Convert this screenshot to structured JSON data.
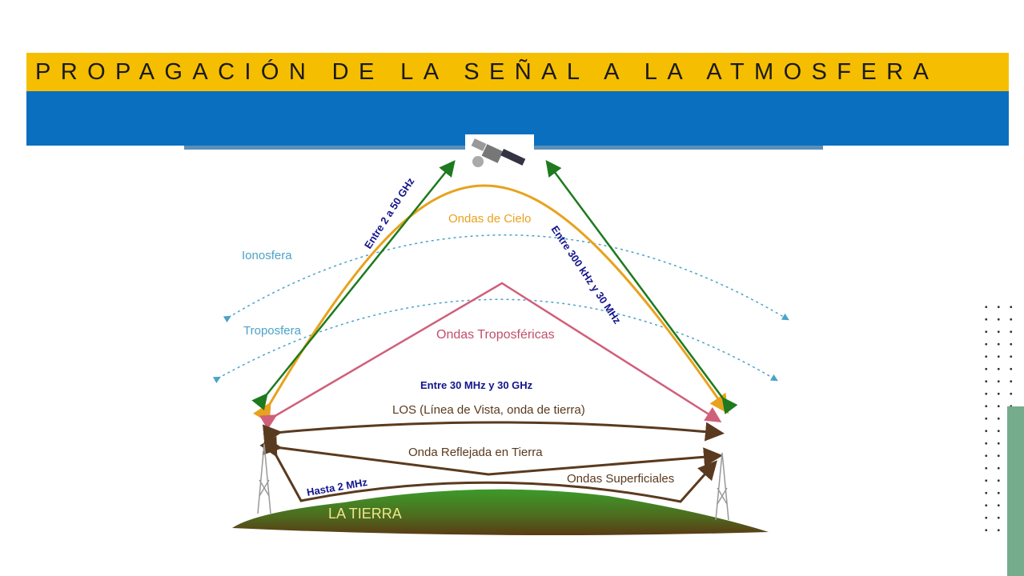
{
  "slide": {
    "title": "PROPAGACIÓN DE LA SEÑAL A LA ATMOSFERA"
  },
  "diagram": {
    "layers": {
      "ionosphere": "Ionosfera",
      "troposphere": "Troposfera"
    },
    "waves": {
      "sky": "Ondas de Cielo",
      "tropospheric": "Ondas Troposféricas",
      "los": "LOS (Línea de Vista, onda de tierra)",
      "reflected": "Onda Reflejada en Tierra",
      "surface": "Ondas Superficiales"
    },
    "ranges": {
      "satellite": "Entre 2 a 50 GHz",
      "sky": "Entre 300 kHz y 30 MHz",
      "tropospheric": "Entre 30 MHz y 30 GHz",
      "surface": "Hasta  2 MHz"
    },
    "earth": "LA TIERRA",
    "colors": {
      "sky": "#E8A21E",
      "satellite": "#1E7A1E",
      "tropo": "#D0607A",
      "ground": "#5A3A1E",
      "layer": "#4BA3C8",
      "range": "#14148C"
    }
  }
}
